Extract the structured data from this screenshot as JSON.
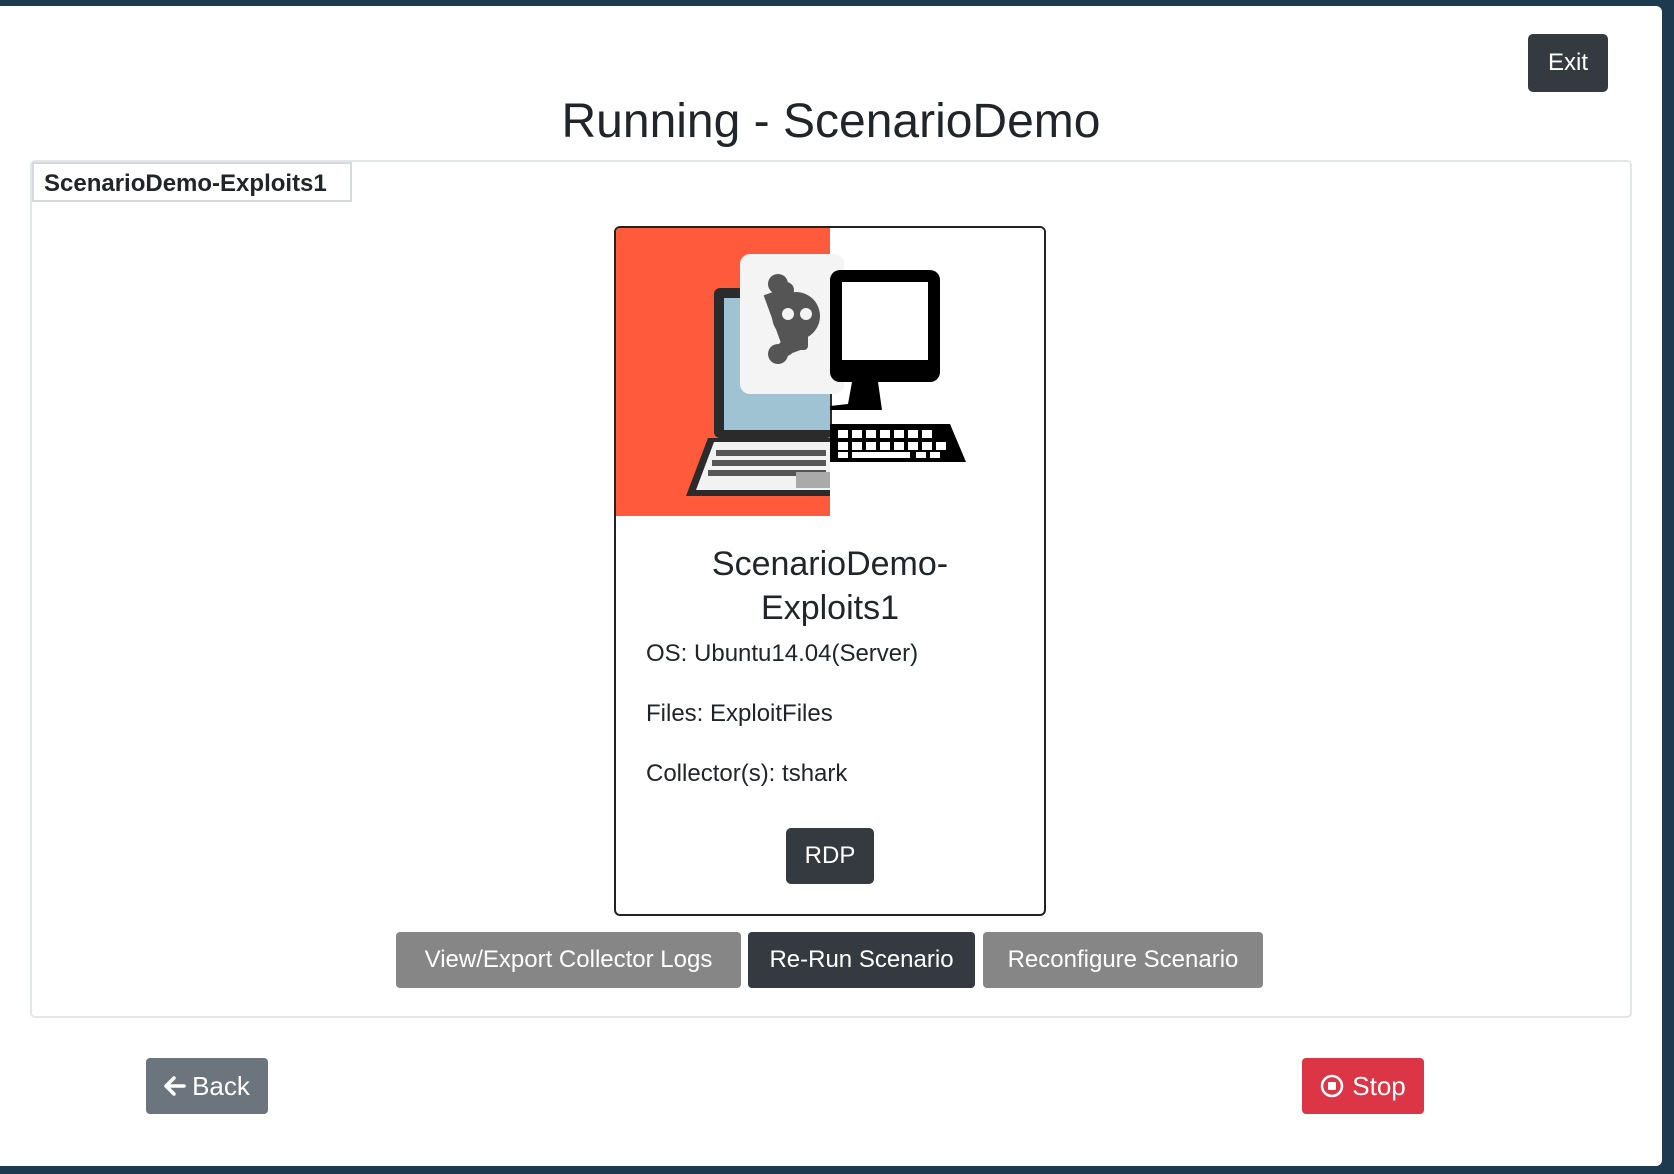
{
  "header": {
    "exit_label": "Exit",
    "title": "Running - ScenarioDemo"
  },
  "group": {
    "tab_label": "ScenarioDemo-Exploits1"
  },
  "card": {
    "title": "ScenarioDemo-Exploits1",
    "os": "OS: Ubuntu14.04(Server)",
    "files": "Files: ExploitFiles",
    "collectors": "Collector(s): tshark",
    "rdp_label": "RDP",
    "image_icon": "attacker-target-machine-icon",
    "accent_color": "#ff5a3c"
  },
  "actions": {
    "view_logs_label": "View/Export Collector Logs",
    "rerun_label": "Re-Run Scenario",
    "reconfigure_label": "Reconfigure Scenario"
  },
  "footer": {
    "back_label": "Back",
    "back_icon": "arrow-left-icon",
    "stop_label": "Stop",
    "stop_icon": "stop-circle-icon",
    "stop_color": "#dc3545"
  }
}
